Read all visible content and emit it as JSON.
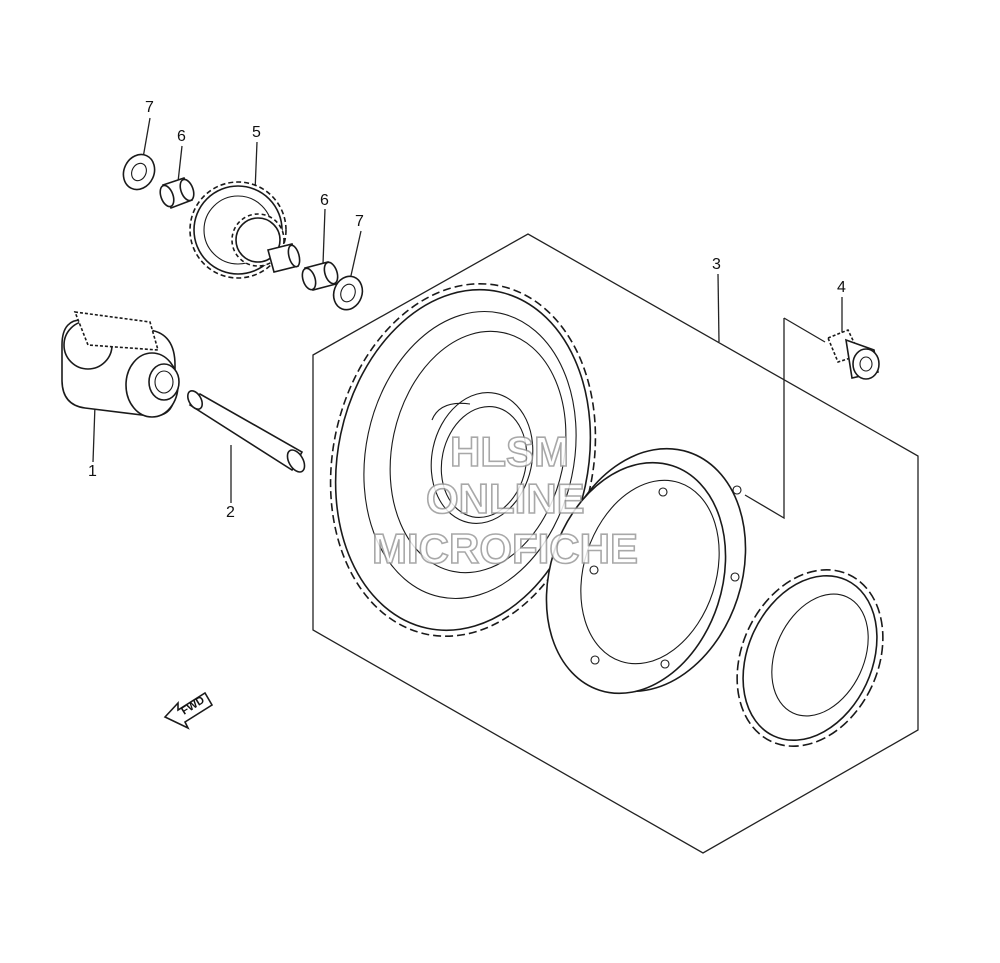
{
  "callouts": {
    "c1": "1",
    "c2": "2",
    "c3": "3",
    "c4": "4",
    "c5": "5",
    "c6a": "6",
    "c6b": "6",
    "c7a": "7",
    "c7b": "7"
  },
  "fwd_label": "FWD",
  "watermark": {
    "line1": "HLSM",
    "line2": "ONLINE",
    "line3": "MICROFICHE"
  }
}
